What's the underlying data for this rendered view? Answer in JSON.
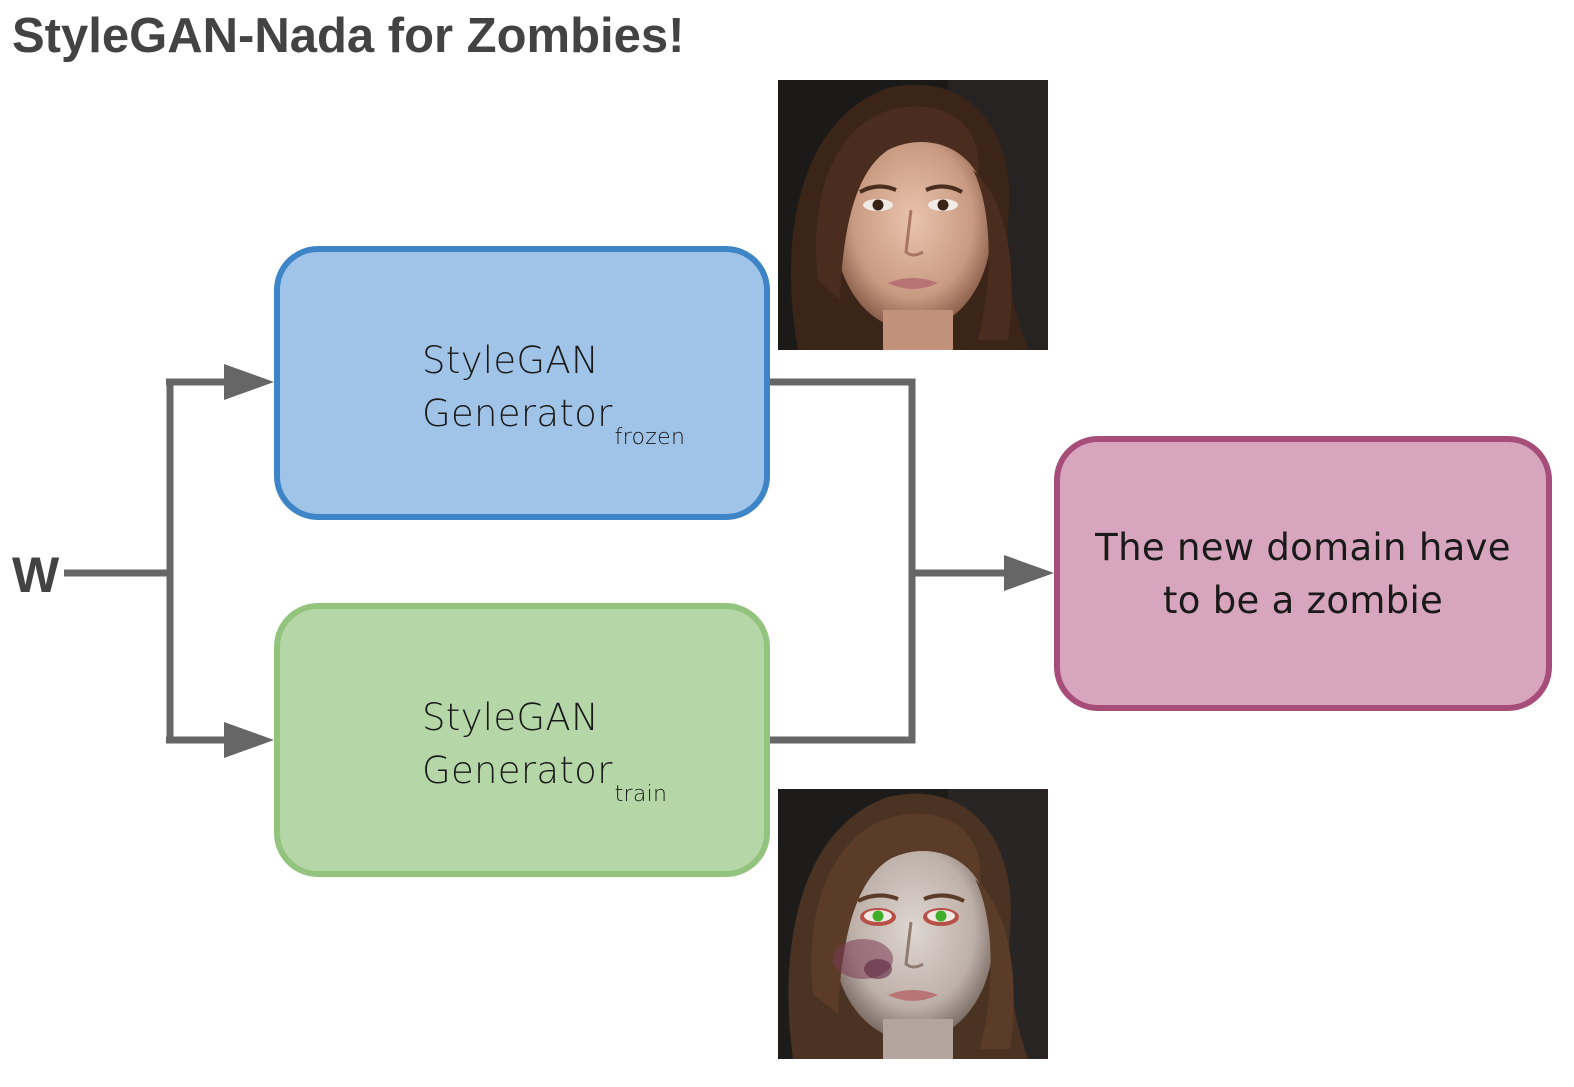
{
  "title": "StyleGAN-Nada for Zombies!",
  "input_label": "W",
  "generator_frozen": {
    "line1": "StyleGAN",
    "line2": "Generator",
    "subscript": "frozen"
  },
  "generator_train": {
    "line1": "StyleGAN",
    "line2": "Generator",
    "subscript": "train"
  },
  "domain_target": {
    "text": "The new domain have to be a zombie"
  },
  "images": {
    "frozen_output": "woman-face-photo",
    "train_output": "zombie-woman-face-photo"
  },
  "colors": {
    "frozen_fill": "#a0c4e8",
    "frozen_border": "#3d85c6",
    "train_fill": "#b5d7a7",
    "train_border": "#93c47d",
    "domain_fill": "#d7a5bd",
    "domain_border": "#a64d79",
    "connector": "#666666",
    "title": "#434343"
  }
}
